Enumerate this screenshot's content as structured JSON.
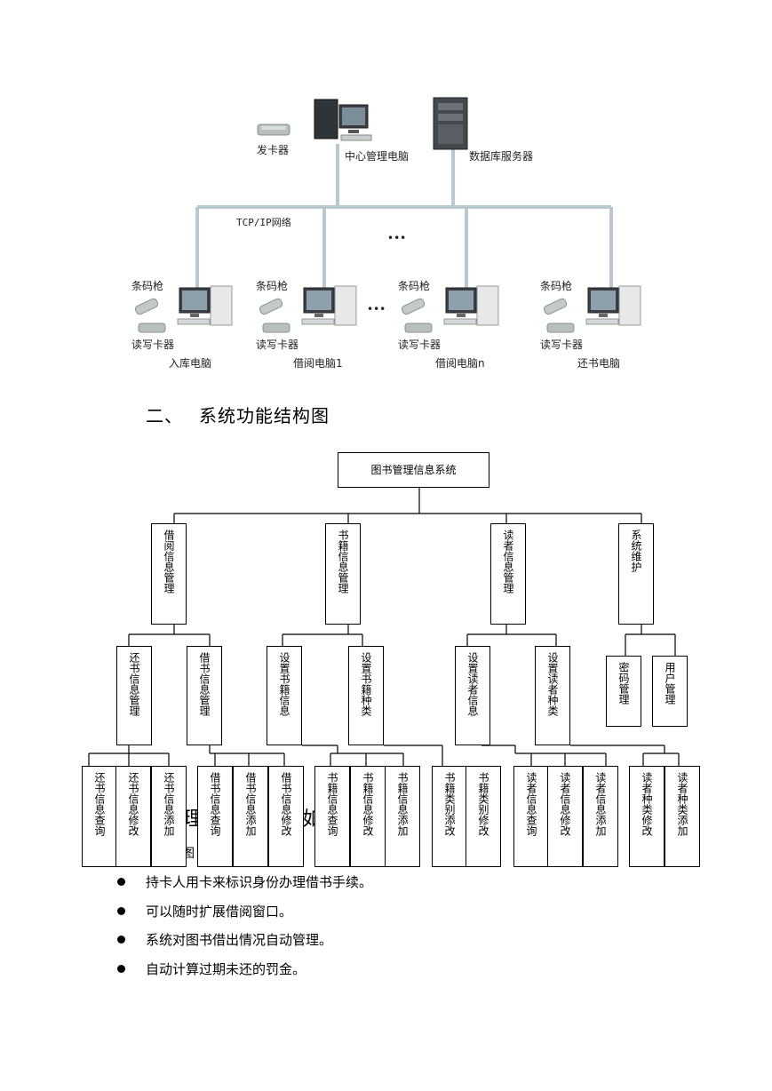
{
  "network": {
    "card_issuer": "发卡器",
    "center_pc": "中心管理电脑",
    "db_server": "数据库服务器",
    "network_label": "TCP/IP网络",
    "ellipsis": "•••",
    "stations": [
      {
        "scanner": "条码枪",
        "rw": "读写卡器",
        "name": "入库电脑"
      },
      {
        "scanner": "条码枪",
        "rw": "读写卡器",
        "name": "借阅电脑1"
      },
      {
        "scanner": "条码枪",
        "rw": "读写卡器",
        "name": "借阅电脑n"
      },
      {
        "scanner": "条码枪",
        "rw": "读写卡器",
        "name": "还书电脑"
      }
    ]
  },
  "section": {
    "number": "二、",
    "title": "系统功能结构图"
  },
  "chart": {
    "root": "图书管理信息系统",
    "level1": [
      "借阅信息管理",
      "书籍信息管理",
      "读者信息管理",
      "系统维护"
    ],
    "level2": [
      "还书信息管理",
      "借书信息管理",
      "设置书籍信息",
      "设置书籍种类",
      "设置读者信息",
      "设置读者种类",
      "密码管理",
      "用户管理"
    ],
    "level3": [
      "还书信息查询",
      "还书信息修改",
      "还书信息添加",
      "借书信息查询",
      "借书信息添加",
      "借书信息修改",
      "书籍信息查询",
      "书籍信息修改",
      "书籍信息添加",
      "书籍类别添改",
      "书籍类别修改",
      "读者信息查询",
      "读者信息修改",
      "读者信息添加",
      "读者种类修改",
      "读者种类添加"
    ]
  },
  "hidden_fragments": {
    "a": "理",
    "b": "如",
    "c": "图"
  },
  "bullets": [
    "持卡人用卡来标识身份办理借书手续。",
    "可以随时扩展借阅窗口。",
    "系统对图书借出情况自动管理。",
    "自动计算过期未还的罚金。"
  ]
}
